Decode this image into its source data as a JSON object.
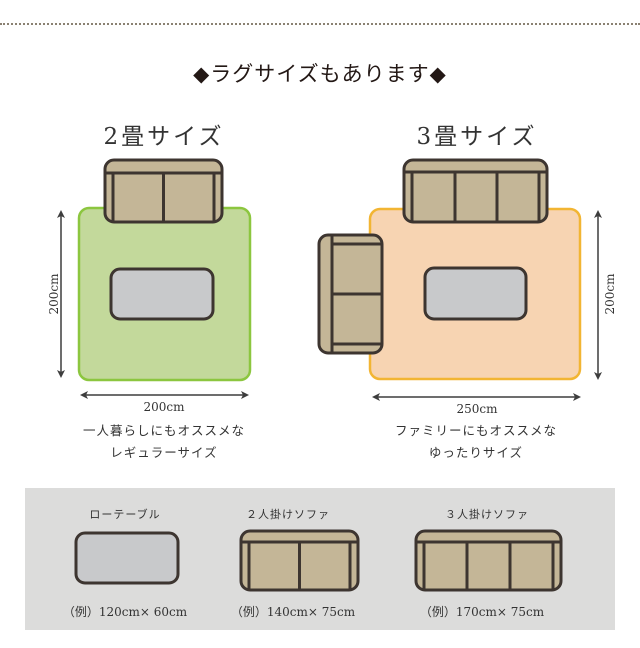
{
  "heading": "◆ラグサイズもあります◆",
  "rugs": [
    {
      "title": "2畳サイズ",
      "width_label": "200cm",
      "height_label": "200cm",
      "desc_line1": "一人暮らしにもオススメな",
      "desc_line2": "レギュラーサイズ",
      "color": "#c3d99b",
      "border_color": "#8cc63f"
    },
    {
      "title": "3畳サイズ",
      "width_label": "250cm",
      "height_label": "200cm",
      "desc_line1": "ファミリーにもオススメな",
      "desc_line2": "ゆったりサイズ",
      "color": "#f7d4b2",
      "border_color": "#f2b533"
    }
  ],
  "furniture": [
    {
      "label": "ローテーブル",
      "example": "（例）120cm× 60cm",
      "icon": "low-table-icon"
    },
    {
      "label": "２人掛けソファ",
      "example": "（例）140cm× 75cm",
      "icon": "two-seat-sofa-icon"
    },
    {
      "label": "３人掛けソファ",
      "example": "（例）170cm× 75cm",
      "icon": "three-seat-sofa-icon"
    }
  ],
  "colors": {
    "sofa_fill": "#c4b697",
    "sofa_stroke": "#3d3530",
    "table_fill": "#c8c9cb",
    "panel_bg": "#dcdcdb",
    "arrow": "#3d3d3d"
  }
}
